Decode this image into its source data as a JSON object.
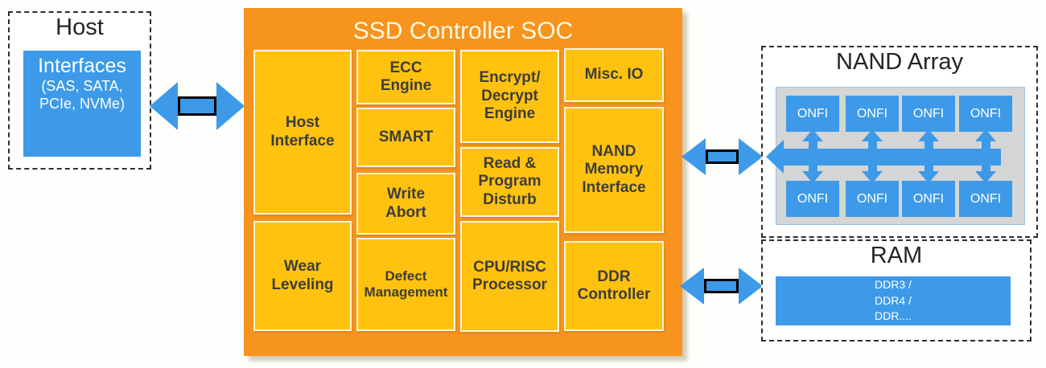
{
  "host": {
    "title": "Host",
    "interfaces_label": "Interfaces",
    "interfaces_sub1": "(SAS, SATA,",
    "interfaces_sub2": "PCIe, NVMe)"
  },
  "soc": {
    "title": "SSD Controller SOC",
    "blocks": {
      "host_interface": "Host\nInterface",
      "ecc_engine": "ECC\nEngine",
      "smart": "SMART",
      "write_abort": "Write\nAbort",
      "wear_leveling": "Wear\nLeveling",
      "defect_management": "Defect\nManagement",
      "encrypt_decrypt_engine": "Encrypt/\nDecrypt\nEngine",
      "read_program_disturb": "Read &\nProgram\nDisturb",
      "cpu_risc_processor": "CPU/RISC\nProcessor",
      "misc_io": "Misc. IO",
      "nand_memory_interface": "NAND\nMemory\nInterface",
      "ddr_controller": "DDR\nController"
    }
  },
  "nand_array": {
    "title": "NAND Array",
    "onfi_label": "ONFI"
  },
  "ram": {
    "title": "RAM",
    "lines": [
      "DDR3 /",
      "DDR4 /",
      "DDR...."
    ]
  },
  "colors": {
    "orange": "#F7941E",
    "yellow": "#FFC20E",
    "blue": "#3D9AE8",
    "gray_panel": "#D5D5D5",
    "block_text": "#3D3D3D",
    "soc_title_text": "#FFF8E1"
  }
}
